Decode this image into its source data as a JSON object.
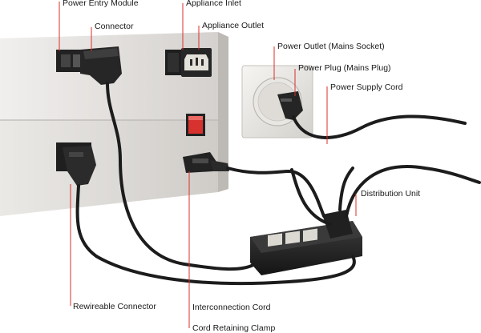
{
  "labels": {
    "power_entry_module": "Power Entry Module",
    "connector": "Connector",
    "appliance_inlet": "Appliance Inlet",
    "appliance_outlet": "Appliance Outlet",
    "power_outlet": "Power Outlet (Mains Socket)",
    "power_plug": "Power Plug (Mains Plug)",
    "power_supply_cord": "Power Supply Cord",
    "distribution_unit": "Distribution Unit",
    "rewireable_connector": "Rewireable Connector",
    "interconnection_cord": "Interconnection Cord",
    "cord_retaining_clamp": "Cord Retaining Clamp"
  },
  "colors": {
    "leader_line": "#d9302a",
    "cable": "#1c1c1c",
    "panel": "#dedbd8",
    "switch_red": "#d8322f"
  },
  "icons": [
    "iec-connector-icon",
    "iec-inlet-icon",
    "mains-socket-icon",
    "mains-plug-icon",
    "power-strip-icon",
    "power-switch-icon"
  ]
}
